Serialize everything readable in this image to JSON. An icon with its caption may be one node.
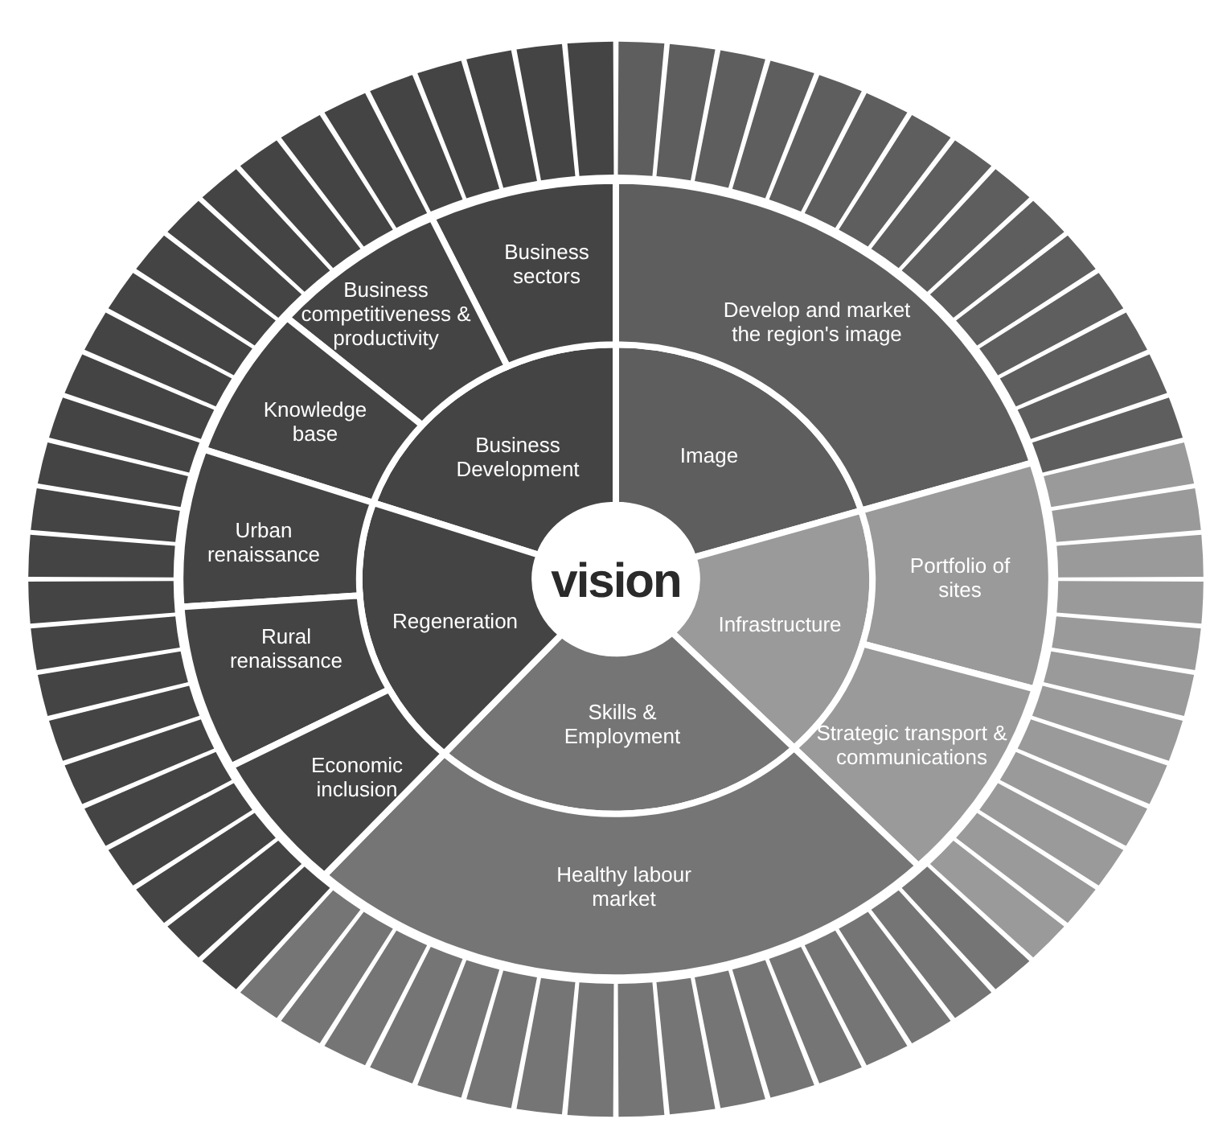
{
  "diagram": {
    "nodes": [
      {
        "text": [
          "vision"
        ]
      },
      {
        "text": [
          "Business Development"
        ]
      },
      {
        "text": [
          "Image"
        ]
      },
      {
        "text": [
          "Infrastructure"
        ]
      },
      {
        "text": [
          "Skills & Employment"
        ]
      },
      {
        "text": [
          "Regeneration"
        ]
      },
      {
        "text": [
          "Business sectors"
        ]
      },
      {
        "text": [
          "Business competitiveness & productivity"
        ]
      },
      {
        "text": [
          "Knowledge base"
        ]
      },
      {
        "text": [
          "Develop and market the region's image"
        ]
      },
      {
        "text": [
          "Portfolio of sites"
        ]
      },
      {
        "text": [
          "Strategic transport & communications"
        ]
      },
      {
        "text": [
          "Healthy labour market"
        ]
      },
      {
        "text": [
          "Urban renaissance"
        ]
      },
      {
        "text": [
          "Rural renaissance"
        ]
      },
      {
        "text": [
          "Economic inclusion"
        ]
      },
      {
        "text": [],
        "shape": "box"
      },
      {
        "text": [],
        "shape": "box"
      },
      {
        "text": [],
        "shape": "box"
      },
      {
        "text": [],
        "shape": "box"
      },
      {
        "text": [],
        "shape": "box"
      },
      {
        "text": [],
        "shape": "box"
      },
      {
        "text": [],
        "shape": "box"
      },
      {
        "text": [],
        "shape": "box"
      },
      {
        "text": [],
        "shape": "box"
      },
      {
        "text": [],
        "shape": "box"
      },
      {
        "text": [],
        "shape": "box"
      },
      {
        "text": [],
        "shape": "box"
      },
      {
        "text": [],
        "shape": "box"
      },
      {
        "text": [],
        "shape": "box"
      },
      {
        "text": [],
        "shape": "box"
      },
      {
        "text": [],
        "shape": "box"
      },
      {
        "text": [],
        "shape": "box"
      },
      {
        "text": [],
        "shape": "box"
      },
      {
        "text": [],
        "shape": "box"
      },
      {
        "text": [],
        "shape": "box"
      },
      {
        "text": [],
        "shape": "box"
      },
      {
        "text": [],
        "shape": "box"
      },
      {
        "text": [],
        "shape": "box"
      },
      {
        "text": [],
        "shape": "box"
      },
      {
        "text": [],
        "shape": "box"
      },
      {
        "text": [],
        "shape": "box"
      },
      {
        "text": [],
        "shape": "box"
      },
      {
        "text": [],
        "shape": "box"
      },
      {
        "text": [],
        "shape": "box"
      },
      {
        "text": [],
        "shape": "box"
      },
      {
        "text": [],
        "shape": "box"
      },
      {
        "text": [],
        "shape": "box"
      },
      {
        "text": [],
        "shape": "box"
      },
      {
        "text": [],
        "shape": "box"
      },
      {
        "text": [],
        "shape": "box"
      },
      {
        "text": [],
        "shape": "box"
      },
      {
        "text": [],
        "shape": "box"
      },
      {
        "text": [],
        "shape": "box"
      },
      {
        "text": [],
        "shape": "box"
      },
      {
        "text": [],
        "shape": "box"
      },
      {
        "text": [],
        "shape": "box"
      },
      {
        "text": [],
        "shape": "box"
      },
      {
        "text": [],
        "shape": "box"
      },
      {
        "text": [],
        "shape": "box"
      },
      {
        "text": [],
        "shape": "box"
      },
      {
        "text": [],
        "shape": "box"
      },
      {
        "text": [],
        "shape": "box"
      },
      {
        "text": [],
        "shape": "box"
      },
      {
        "text": [],
        "shape": "box"
      },
      {
        "text": [],
        "shape": "box"
      },
      {
        "text": [],
        "shape": "box"
      },
      {
        "text": [],
        "shape": "box"
      },
      {
        "text": [],
        "shape": "box"
      },
      {
        "text": [],
        "shape": "box"
      },
      {
        "text": [],
        "shape": "box"
      },
      {
        "text": [],
        "shape": "box"
      },
      {
        "text": [],
        "shape": "box"
      },
      {
        "text": [],
        "shape": "box"
      },
      {
        "text": [],
        "shape": "box"
      },
      {
        "text": [],
        "shape": "box"
      },
      {
        "text": [],
        "shape": "box"
      },
      {
        "text": [],
        "shape": "box"
      },
      {
        "text": [],
        "shape": "box"
      },
      {
        "text": [],
        "shape": "box"
      },
      {
        "text": [],
        "shape": "box"
      },
      {
        "text": [],
        "shape": "box"
      },
      {
        "text": [],
        "shape": "box"
      },
      {
        "text": [],
        "shape": "box"
      },
      {
        "text": [],
        "shape": "box"
      },
      {
        "text": [],
        "shape": "box"
      },
      {
        "text": [],
        "shape": "box"
      },
      {
        "text": [],
        "shape": "box"
      }
    ]
  }
}
